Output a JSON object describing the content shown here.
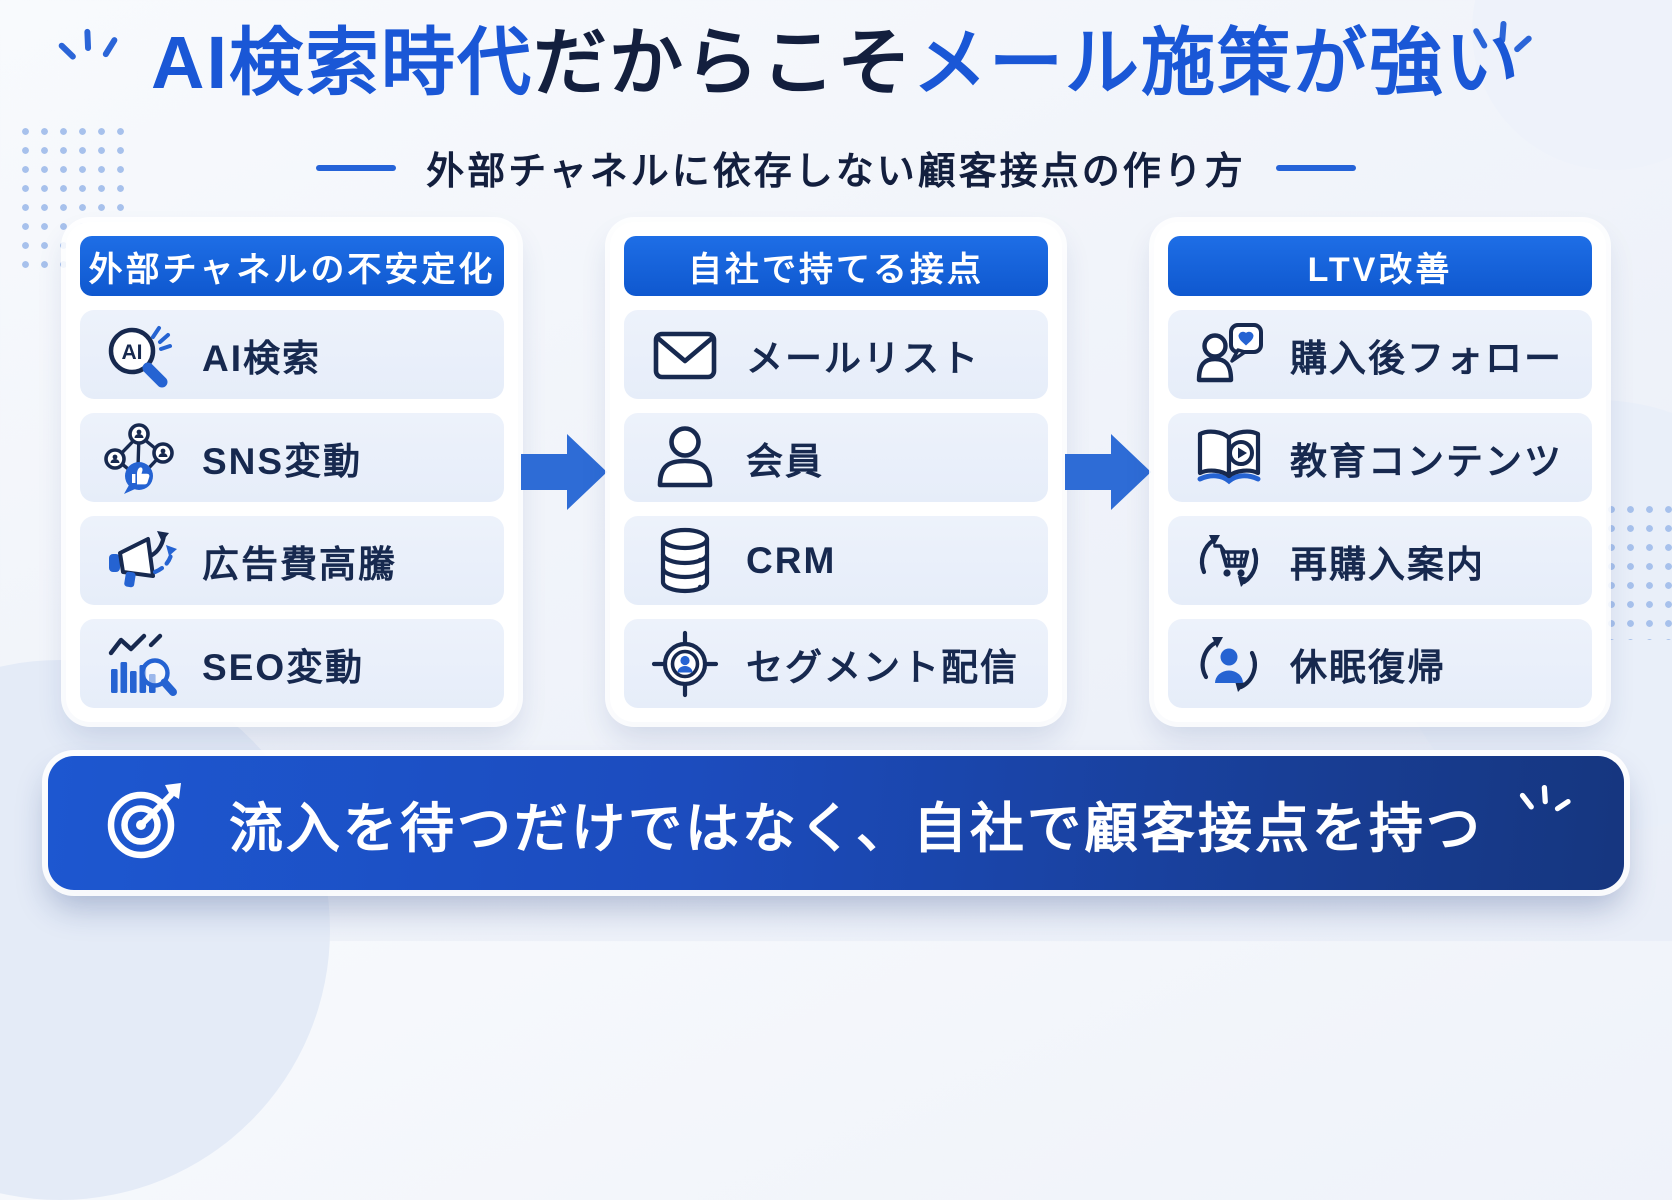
{
  "title": {
    "part1": "AI検索時代",
    "part2": "だからこそ",
    "part3": "メール施策が強い"
  },
  "subtitle": "外部チャネルに依存しない顧客接点の作り方",
  "columns": [
    {
      "header": "外部チャネルの不安定化",
      "items": [
        {
          "icon": "ai-search-icon",
          "label": "AI検索"
        },
        {
          "icon": "sns-network-icon",
          "label": "SNS変動"
        },
        {
          "icon": "megaphone-icon",
          "label": "広告費高騰"
        },
        {
          "icon": "seo-chart-icon",
          "label": "SEO変動"
        }
      ]
    },
    {
      "header": "自社で持てる接点",
      "items": [
        {
          "icon": "mail-icon",
          "label": "メールリスト"
        },
        {
          "icon": "member-icon",
          "label": "会員"
        },
        {
          "icon": "crm-database-icon",
          "label": "CRM"
        },
        {
          "icon": "segment-target-icon",
          "label": "セグメント配信"
        }
      ]
    },
    {
      "header": "LTV改善",
      "items": [
        {
          "icon": "follow-heart-icon",
          "label": "購入後フォロー"
        },
        {
          "icon": "education-book-icon",
          "label": "教育コンテンツ"
        },
        {
          "icon": "repurchase-cart-icon",
          "label": "再購入案内"
        },
        {
          "icon": "dormant-return-icon",
          "label": "休眠復帰"
        }
      ]
    }
  ],
  "banner": {
    "text": "流入を待つだけではなく、自社で顧客接点を持つ",
    "icon": "target-dart-icon"
  },
  "icons": {
    "ai_badge": "AI"
  },
  "colors": {
    "accent_blue": "#1a57d6",
    "navy_text": "#131f3e",
    "header_blue": "#1263d8",
    "item_background": "#e9effa",
    "arrow_blue": "#2e6cd6",
    "banner_gradient_start": "#1d57d0",
    "banner_gradient_end": "#16367f"
  }
}
